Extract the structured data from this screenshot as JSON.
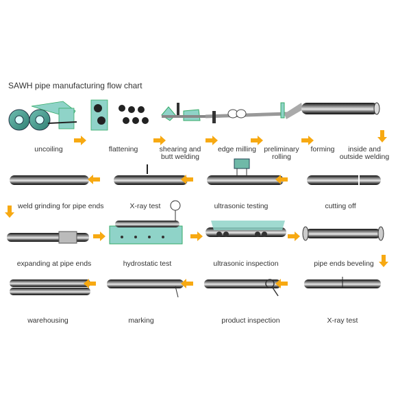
{
  "title": "SAWH pipe manufacturing flow chart",
  "colors": {
    "arrow": "#f7a912",
    "machine": "#8fd3c8",
    "machineDark": "#5fb3a6",
    "pipe": "#2a2a2a",
    "pipeLight": "#c8c8c8",
    "roller": "#2b2b2b"
  },
  "steps": [
    {
      "id": "uncoiling",
      "label": "uncoiling"
    },
    {
      "id": "flattening",
      "label": "flattening"
    },
    {
      "id": "shearing",
      "label": "shearing and butt welding"
    },
    {
      "id": "edge-milling",
      "label": "edge milling"
    },
    {
      "id": "preliminary-rolling",
      "label": "preliminary rolling"
    },
    {
      "id": "forming",
      "label": "forming"
    },
    {
      "id": "inside-outside-welding",
      "label": "inside and outside welding"
    },
    {
      "id": "cutting-off",
      "label": "cutting off"
    },
    {
      "id": "ultrasonic-testing",
      "label": "ultrasonic testing"
    },
    {
      "id": "xray-test-1",
      "label": "X-ray test"
    },
    {
      "id": "weld-grinding",
      "label": "weld grinding for pipe ends"
    },
    {
      "id": "expanding",
      "label": "expanding at pipe ends"
    },
    {
      "id": "hydrostatic",
      "label": "hydrostatic test"
    },
    {
      "id": "ultrasonic-inspection",
      "label": "ultrasonic inspection"
    },
    {
      "id": "beveling",
      "label": "pipe ends beveling"
    },
    {
      "id": "xray-test-2",
      "label": "X-ray test"
    },
    {
      "id": "product-inspection",
      "label": "product inspection"
    },
    {
      "id": "marking",
      "label": "marking"
    },
    {
      "id": "warehousing",
      "label": "warehousing"
    }
  ]
}
